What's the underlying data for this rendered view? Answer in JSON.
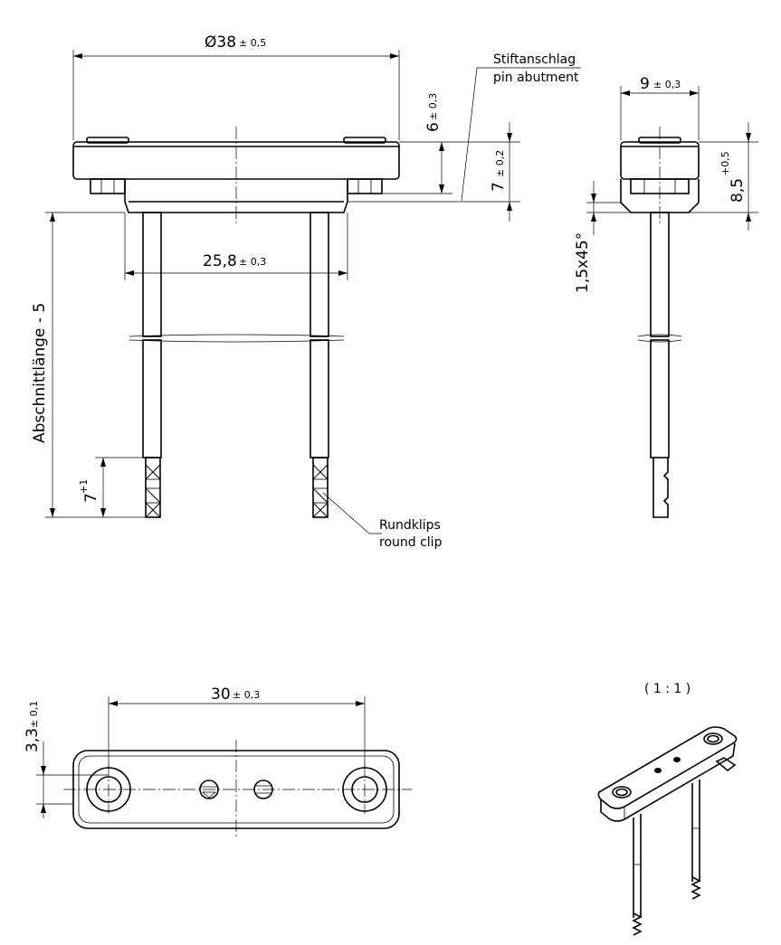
{
  "dimensions": {
    "diameter": {
      "value": "Ø38",
      "tol": "± 0,5"
    },
    "pin_spacing": {
      "value": "25,8",
      "tol": "± 0,3"
    },
    "height_6": {
      "value": "6",
      "tol": "± 0,3"
    },
    "height_7": {
      "value": "7",
      "tol": "± 0,2"
    },
    "width_9": {
      "value": "9",
      "tol": "± 0,3"
    },
    "height_85": {
      "value": "8,5",
      "tol": "+0,5"
    },
    "chamfer": {
      "value": "1,5x45°"
    },
    "cut_length": {
      "value": "Abschnittlänge - 5"
    },
    "clip_length": {
      "value": "7",
      "tol": "+1"
    },
    "hole_spacing": {
      "value": "30",
      "tol": "± 0,3"
    },
    "offset_33": {
      "value": "3,3",
      "tol": "± 0,1"
    }
  },
  "labels": {
    "pin_abutment_de": "Stiftanschlag",
    "pin_abutment_en": "pin abutment",
    "round_clip_de": "Rundklips",
    "round_clip_en": "round clip",
    "scale": "( 1 : 1 )"
  }
}
